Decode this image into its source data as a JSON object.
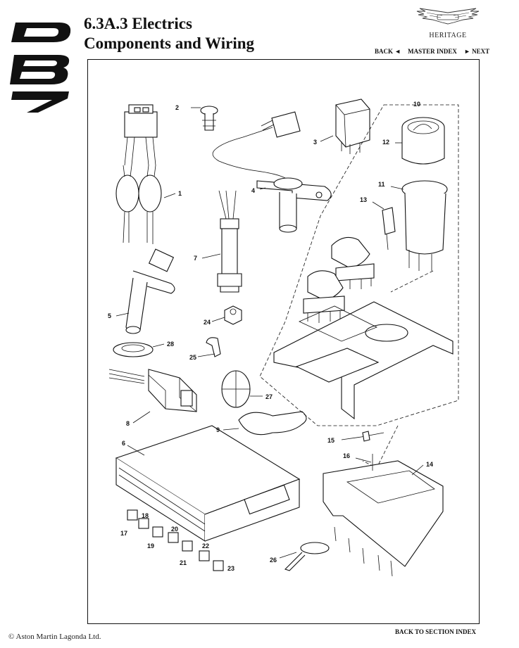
{
  "header": {
    "title_line1": "6.3A.3 Electrics",
    "title_line2": "Components and Wiring",
    "logo_icon": "db7-logo-icon",
    "brand_icon": "aston-martin-wings-icon",
    "brand_text": "HERITAGE"
  },
  "nav": {
    "back": "BACK ◄",
    "master_index": "MASTER INDEX",
    "next": "► NEXT"
  },
  "diagram": {
    "callouts": [
      "1",
      "2",
      "3",
      "4",
      "5",
      "6",
      "7",
      "8",
      "9",
      "10",
      "11",
      "12",
      "13",
      "14",
      "15",
      "16",
      "17",
      "18",
      "19",
      "20",
      "21",
      "22",
      "23",
      "24",
      "25",
      "26",
      "27",
      "28"
    ]
  },
  "footer": {
    "back_to_section": "BACK TO SECTION INDEX",
    "copyright": "© Aston Martin Lagonda Ltd."
  }
}
